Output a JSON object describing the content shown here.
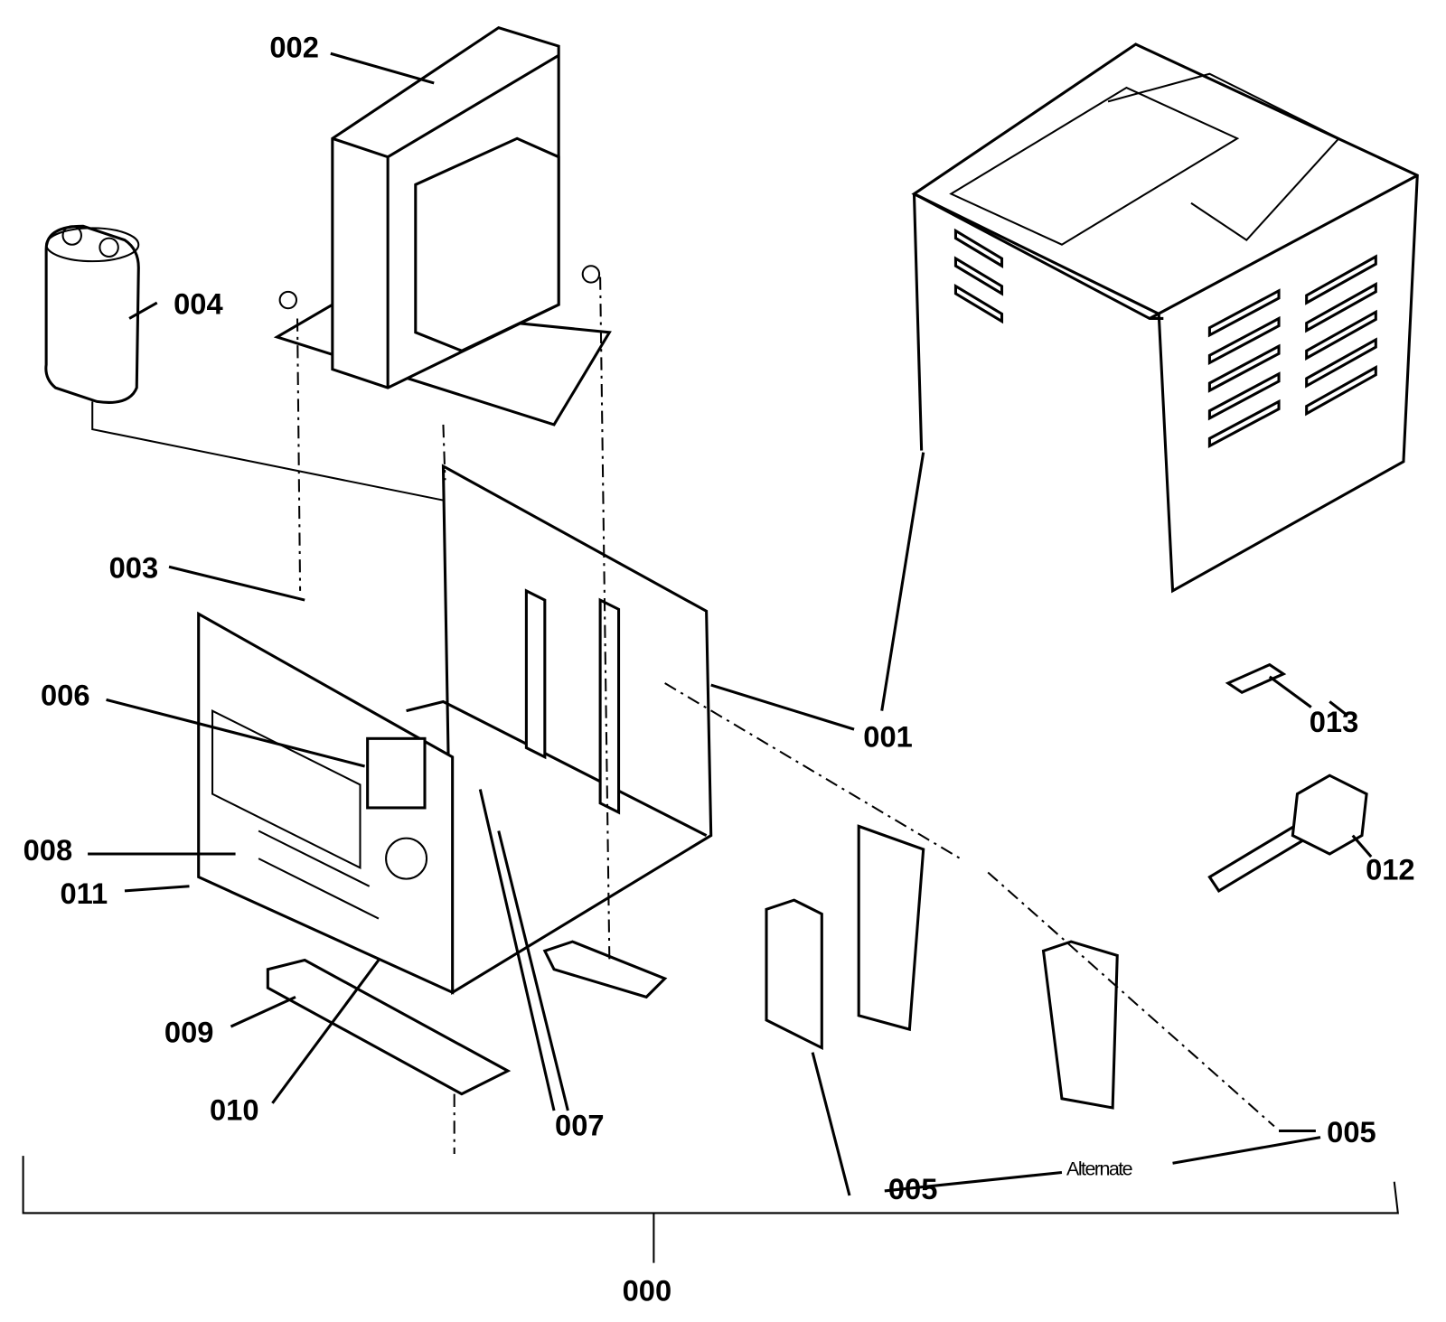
{
  "diagram": {
    "labels": {
      "l000": "000",
      "l001": "001",
      "l002": "002",
      "l003": "003",
      "l004": "004",
      "l005a": "005",
      "l005b": "005",
      "l006": "006",
      "l007": "007",
      "l008": "008",
      "l009": "009",
      "l010": "010",
      "l011": "011",
      "l012": "012",
      "l013": "013",
      "alternate": "Alternate"
    }
  }
}
